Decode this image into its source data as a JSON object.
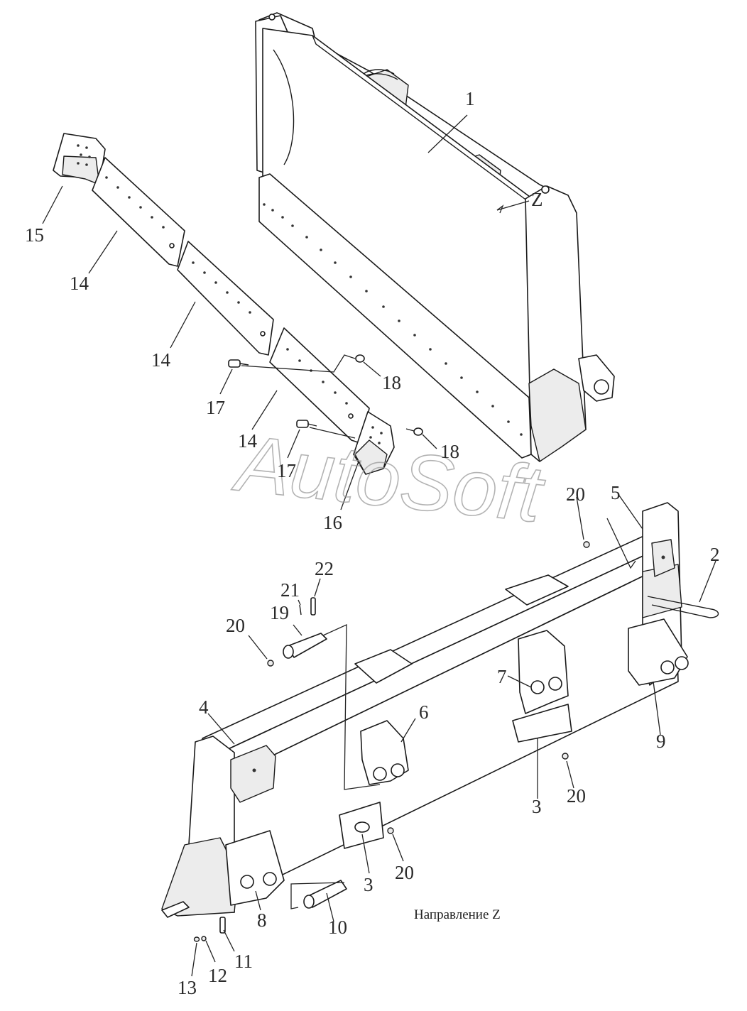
{
  "caption": "Направление Z",
  "direction_marker": "Z",
  "watermark": "AutoSoft",
  "callouts": {
    "c1": "1",
    "c2": "2",
    "c3a": "3",
    "c3b": "3",
    "c4": "4",
    "c5": "5",
    "c6": "6",
    "c7": "7",
    "c8": "8",
    "c9": "9",
    "c10": "10",
    "c11": "11",
    "c12": "12",
    "c13": "13",
    "c14a": "14",
    "c14b": "14",
    "c14c": "14",
    "c15": "15",
    "c16": "16",
    "c17a": "17",
    "c17b": "17",
    "c18a": "18",
    "c18b": "18",
    "c19": "19",
    "c20a": "20",
    "c20b": "20",
    "c20c": "20",
    "c20d": "20",
    "c21": "21",
    "c22": "22"
  }
}
